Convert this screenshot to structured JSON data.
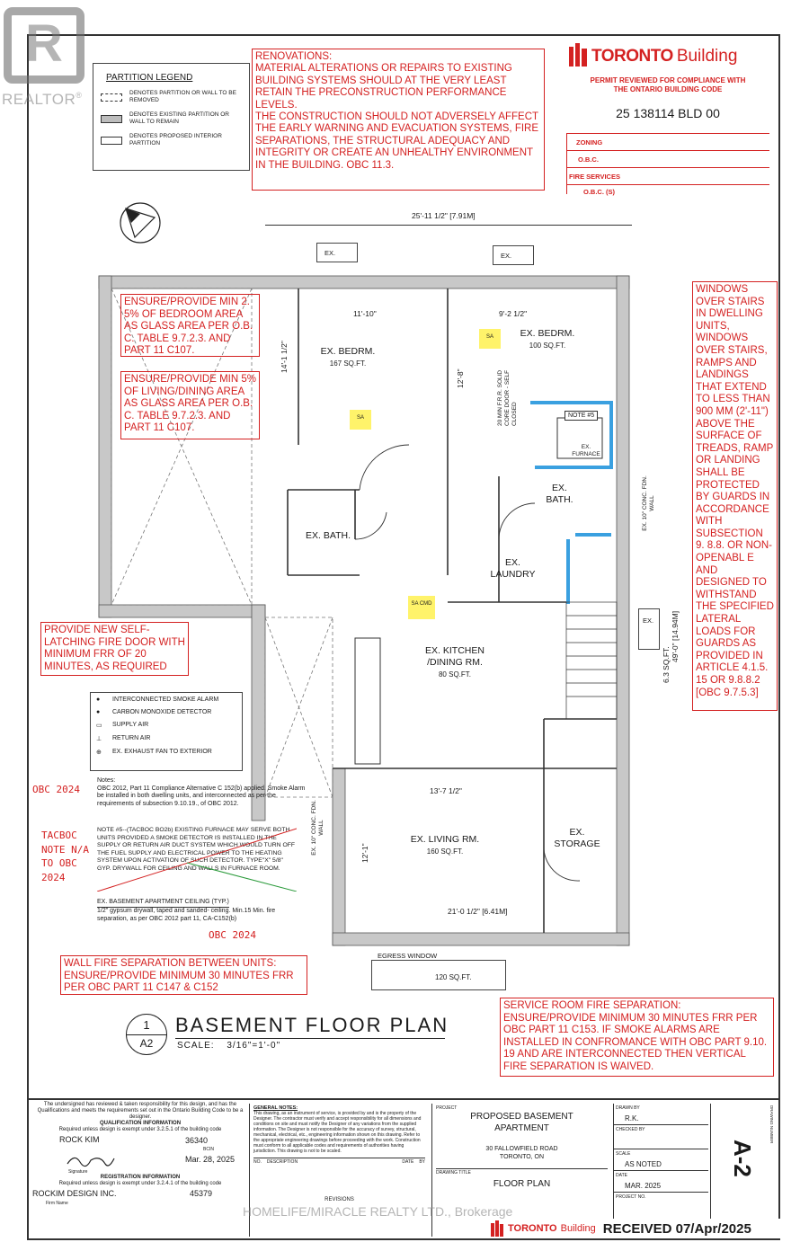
{
  "watermark": {
    "logo_letter": "R",
    "brand": "REALTOR",
    "reg": "®"
  },
  "renovations_note": "RENOVATIONS:\nMATERIAL ALTERATIONS OR REPAIRS TO EXISTING BUILDING SYSTEMS SHOULD AT THE VERY LEAST RETAIN THE PRECONSTRUCTION PERFORMANCE LEVELS.\nTHE CONSTRUCTION SHOULD NOT ADVERSELY AFFECT THE EARLY WARNING AND EVACUATION SYSTEMS, FIRE SEPARATIONS, THE STRUCTURAL ADEQUACY AND INTEGRITY OR CREATE AN UNHEALTHY ENVIRONMENT IN THE BUILDING. OBC 11.3.",
  "stamp": {
    "brand": "TORONTO",
    "brand_suffix": "Building",
    "permit_line1": "PERMIT REVIEWED FOR COMPLIANCE WITH",
    "permit_line2": "THE ONTARIO BUILDING CODE",
    "permit_number": "25 138114 BLD 00",
    "rows": [
      "ZONING",
      "O.B.C.",
      "FIRE SERVICES",
      "O.B.C. (S)"
    ]
  },
  "partition_legend": {
    "title": "PARTITION LEGEND",
    "items": [
      "DENOTES PARTITION OR WALL TO BE REMOVED",
      "DENOTES EXISTING PARTITION OR WALL TO REMAIN",
      "DENOTES PROPOSED INTERIOR PARTITION"
    ]
  },
  "dimensions": {
    "overall_width": "25'-11 1/2\" [7.91M]",
    "bed1_width": "11'-10\"",
    "bed2_width": "9'-2 1/2\"",
    "bed1_height": "14'-1 1/2\"",
    "bed2_height": "12'-8\"",
    "overall_height": "49'-0\" [14.94M]",
    "side_area": "6.3 SQ.FT.",
    "living_width": "13'-7 1/2\"",
    "living_height": "12'-1\"",
    "bottom_width": "21'-0 1/2\" [6.41M]",
    "wall_conc_right": "EX. 10\" CONC. FDN. WALL",
    "wall_conc_left": "EX. 10\" CONC. FDN. WALL"
  },
  "windows": {
    "ex": "EX.",
    "egress": "EGRESS WINDOW",
    "egress_area": "120 SQ.FT."
  },
  "rooms": {
    "bed1": {
      "name": "EX. BEDRM.",
      "area": "167 SQ.FT."
    },
    "bed2": {
      "name": "EX. BEDRM.",
      "area": "100 SQ.FT."
    },
    "bath1": {
      "name": "EX. BATH."
    },
    "bath2": {
      "name": "EX. BATH."
    },
    "laundry": {
      "name": "EX. LAUNDRY"
    },
    "kitchen": {
      "name": "EX. KITCHEN /DINING RM.",
      "area": "80 SQ.FT."
    },
    "living": {
      "name": "EX. LIVING RM.",
      "area": "160 SQ.FT."
    },
    "storage": {
      "name": "EX. STORAGE"
    },
    "furnace": {
      "name": "EX. FURNACE",
      "note": "NOTE #5"
    }
  },
  "door_note": "20 MIN F.R.R. SOLID CORE DOOR - SELF CLOSED",
  "detector_tags": [
    "SA",
    "SA",
    "SA CMD"
  ],
  "red_notes": {
    "bedroom_glass": "ENSURE/PROVIDE MIN 2. 5% OF BEDROOM AREA AS GLASS AREA PER O.B. C. TABLE 9.7.2.3. AND PART 11 C107.",
    "living_glass": "ENSURE/PROVIDE MIN 5% OF LIVING/DINING AREA AS GLASS AREA PER O.B. C. TABLE 9.7.2.3. AND PART 11 C107.",
    "fire_door": "PROVIDE NEW SELF-LATCHING FIRE DOOR WITH MINIMUM FRR OF 20 MINUTES, AS REQUIRED",
    "windows_stairs": "WINDOWS OVER STAIRS IN DWELLING UNITS, WINDOWS OVER STAIRS, RAMPS AND LANDINGS THAT EXTEND TO LESS THAN 900 MM (2'-11\") ABOVE THE SURFACE OF TREADS, RAMP OR LANDING SHALL BE PROTECTED BY GUARDS IN ACCORDANCE WITH SUBSECTION 9. 8.8. OR NON-OPENABL E AND DESIGNED TO WITHSTAND THE SPECIFIED LATERAL LOADS FOR GUARDS AS PROVIDED IN ARTICLE 4.1.5. 15 OR 9.8.8.2 [OBC 9.7.5.3]",
    "wall_fire": "WALL FIRE SEPARATION BETWEEN UNITS: ENSURE/PROVIDE MINIMUM 30 MINUTES FRR PER OBC PART 11 C147 & C152",
    "service_room": "SERVICE ROOM FIRE SEPARATION: ENSURE/PROVIDE MINIMUM 30 MINUTES FRR PER OBC PART 11 C153. IF SMOKE ALARMS ARE INSTALLED IN CONFROMANCE WITH OBC PART 9.10. 19 AND ARE INTERCONNECTED THEN VERTICAL FIRE SEPARATION IS WAIVED."
  },
  "symbol_legend": [
    "INTERCONNECTED SMOKE ALARM",
    "CARBON MONOXIDE DETECTOR",
    "SUPPLY AIR",
    "RETURN AIR",
    "EX. EXHAUST FAN TO EXTERIOR"
  ],
  "handwritten": {
    "obc_2024": "OBC 2024",
    "tacboc": "TACBOC NOTE N/A TO OBC 2024",
    "obc_2024_b": "OBC 2024"
  },
  "notes_box": {
    "title": "Notes:",
    "body": "OBC 2012, Part 11 Compliance Alternative C 152(b) applied. Smoke Alarm be installed in both dwelling units, and interconnected as per the requirements of subsection 9.10.19., of OBC 2012."
  },
  "note5_box": "NOTE #5--(TACBOC BO2b) EXISTING FURNACE MAY SERVE BOTH UNITS PROVIDED A SMOKE DETECTOR IS INSTALLED IN THE SUPPLY OR RETURN AIR DUCT SYSTEM WHICH WOULD TURN OFF THE FUEL SUPPLY AND ELECTRICAL POWER TO THE HEATING SYSTEM UPON ACTIVATION OF SUCH DETECTOR. TYPE\"X\" 5/8\" GYP. DRYWALL FOR CEILING AND WALLS IN FURNACE ROOM.",
  "ceiling_box": {
    "title": "EX. BASEMENT APARTMENT CEILING (TYP.)",
    "body": "1/2\" gypsum drywall, taped and sanded- ceiling. Min.15 Min. fire separation, as per OBC 2012 part 11, CA-C152(b)"
  },
  "plan_title": {
    "number": "1",
    "sheet": "A2",
    "title": "BASEMENT FLOOR PLAN",
    "scale_label": "SCALE:",
    "scale_value": "3/16\"=1'-0\""
  },
  "title_block": {
    "designer_statement": "The undersigned has reviewed & taken responsibility for this design, and has the Qualifications and meets the requirements set out in the Ontario Building Code to be a designer.",
    "qualification": "QUALIFICATION INFORMATION",
    "qual_exempt": "Required unless design is exempt under 3.2.5.1 of the building code",
    "name": "ROCK KIM",
    "bcin": "36340",
    "bcin_label": "BCIN",
    "signature_label": "Signature",
    "date": "Mar. 28, 2025",
    "registration": "REGISTRATION INFORMATION",
    "reg_exempt": "Required unless design is exempt under 3.2.4.1 of the building code",
    "firm": "ROCKIM DESIGN INC.",
    "firm_bcin": "45379",
    "firm_label": "Firm Name",
    "general_notes_title": "GENERAL NOTES:",
    "general_notes": "This drawing, as an instrument of service, is provided by and is the property of the Designer. The contractor must verify and accept responsibility for all dimensions and conditions on site and must notify the Designer of any variations from the supplied information. The Designer is not responsible for the accuracy of survey, structural, mechanical, electrical, etc., engineering information shown on this drawing. Refer to the appropriate engineering drawings before proceeding with the work. Construction must conform to all applicable codes and requirements of authorities having jurisdiction. This drawing is not to be scaled.",
    "rev_no": "NO.",
    "rev_desc": "DESCRIPTION",
    "rev_date": "DATE",
    "rev_by": "BY",
    "revisions": "REVISIONS",
    "project_label": "PROJECT",
    "project": "PROPOSED BASEMENT APARTMENT",
    "address": "30 FALLOWFIELD ROAD TORONTO, ON",
    "drawing_title_label": "DRAWING TITLE",
    "drawing_title": "FLOOR PLAN",
    "drawn_by_label": "DRAWN BY",
    "drawn_by": "R.K.",
    "checked_by_label": "CHECKED BY",
    "scale_label": "SCALE",
    "scale": "AS NOTED",
    "date_label": "DATE",
    "date2": "MAR. 2025",
    "project_no_label": "PROJECT NO.",
    "sheet_no": "A-2",
    "drawing_no_label": "DRAWING NUMBER"
  },
  "received": {
    "brokerage": "HOMELIFE/MIRACLE REALTY LTD., Brokerage",
    "brand": "TORONTO",
    "brand_suffix": "Building",
    "received_text": "RECEIVED 07/Apr/2025"
  },
  "colors": {
    "accent_red": "#d42121",
    "highlight_blue": "#3aa0e0",
    "highlight_yellow": "#fff36a"
  }
}
